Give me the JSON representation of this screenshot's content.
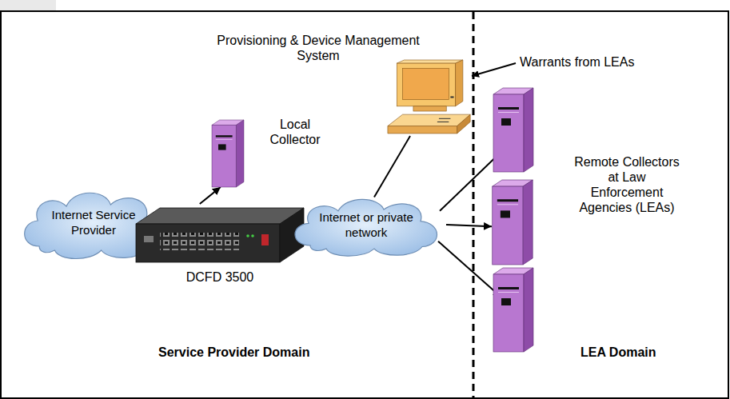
{
  "diagram": {
    "nodes": [
      {
        "text": [
          "Internet Service Provider"
        ]
      },
      {
        "text": [
          "DCFD 3500"
        ]
      },
      {
        "text": [
          "Local Collector"
        ]
      },
      {
        "text": [
          "Provisioning & Device Management System"
        ]
      },
      {
        "text": [
          "Internet or private network"
        ]
      },
      {
        "text": []
      },
      {
        "text": [
          "Remote Collectors at Law Enforcement Agencies (LEAs)"
        ]
      },
      {
        "text": []
      }
    ],
    "edges": [
      {
        "from": 1,
        "to": 2,
        "arrow": "to"
      },
      {
        "from": 4,
        "to": 3,
        "arrow": "none"
      },
      {
        "from": 4,
        "to": 5,
        "arrow": "to"
      },
      {
        "from": 4,
        "to": 6,
        "arrow": "to"
      },
      {
        "from": 4,
        "to": 7,
        "arrow": "to"
      }
    ],
    "labels": [
      "Warrants from LEAs",
      "Service Provider Domain",
      "LEA Domain"
    ]
  }
}
